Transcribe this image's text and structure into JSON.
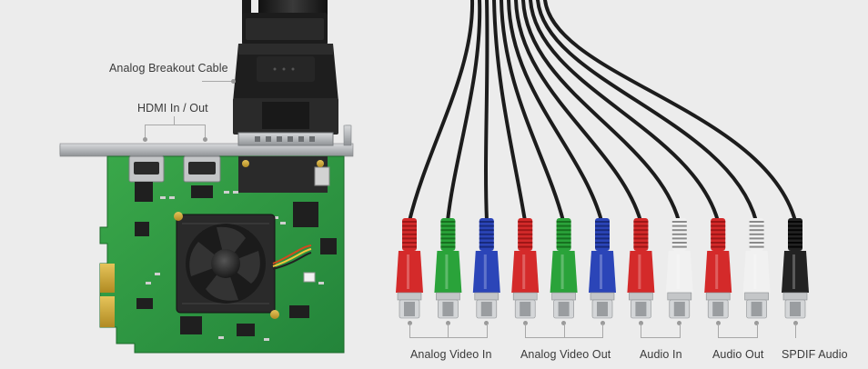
{
  "callouts": {
    "analog_breakout_cable": "Analog Breakout Cable",
    "hdmi_in_out": "HDMI In / Out",
    "analog_video_in": "Analog Video In",
    "analog_video_out": "Analog Video Out",
    "audio_in": "Audio In",
    "audio_out": "Audio Out",
    "spdif_audio": "SPDIF Audio"
  },
  "connectors": [
    {
      "color": "#d42a2a",
      "stripe": "#9e1616"
    },
    {
      "color": "#2aa33a",
      "stripe": "#17701f"
    },
    {
      "color": "#2b45b8",
      "stripe": "#182a7c"
    },
    {
      "color": "#d42a2a",
      "stripe": "#9e1616"
    },
    {
      "color": "#2aa33a",
      "stripe": "#17701f"
    },
    {
      "color": "#2b45b8",
      "stripe": "#182a7c"
    },
    {
      "color": "#d42a2a",
      "stripe": "#9e1616"
    },
    {
      "color": "#f1f1f1",
      "stripe": "#8a8a8a"
    },
    {
      "color": "#d42a2a",
      "stripe": "#9e1616"
    },
    {
      "color": "#f1f1f1",
      "stripe": "#8a8a8a"
    },
    {
      "color": "#222222",
      "stripe": "#050505"
    }
  ],
  "colors": {
    "background": "#ececec",
    "pcb": "#2f9a3e",
    "bracket": "#b9bcbf",
    "heatsink": "#2c2c2c",
    "cable": "#1c1c1c",
    "callout_line": "#a8a8a8"
  }
}
